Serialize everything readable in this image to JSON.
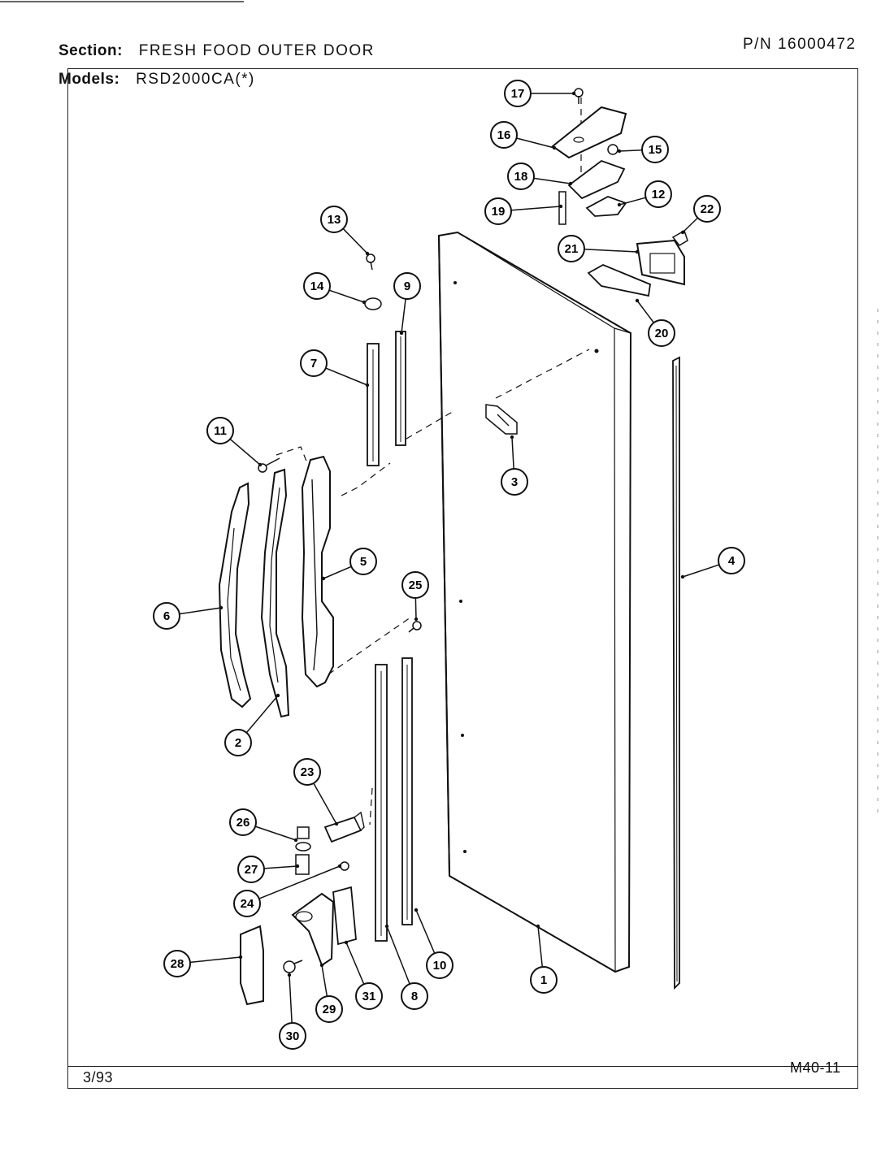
{
  "header": {
    "section_label": "Section:",
    "section_value": "FRESH FOOD OUTER DOOR",
    "models_label": "Models:",
    "models_value": "RSD2000CA(*)",
    "part_number": "P/N 16000472"
  },
  "footer": {
    "date": "3/93",
    "code": "M40-11"
  },
  "callouts": [
    "1",
    "2",
    "3",
    "4",
    "5",
    "6",
    "7",
    "8",
    "9",
    "10",
    "11",
    "12",
    "13",
    "14",
    "15",
    "16",
    "17",
    "18",
    "19",
    "20",
    "21",
    "22",
    "23",
    "24",
    "25",
    "26",
    "27",
    "28",
    "29",
    "30",
    "31"
  ]
}
